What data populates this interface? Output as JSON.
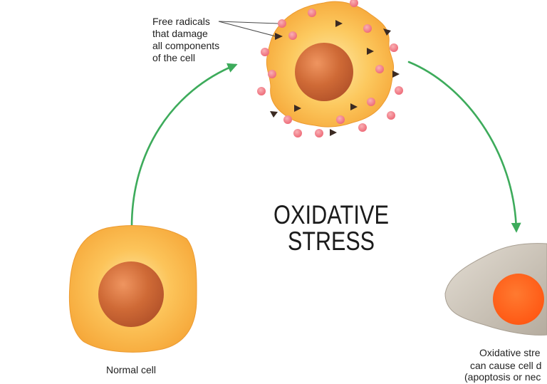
{
  "diagram": {
    "title": [
      "OXIDATIVE",
      "STRESS"
    ],
    "free_radicals_label": [
      "Free radicals",
      "that damage",
      "all components",
      "of the cell"
    ],
    "normal_cell_label": "Normal cell",
    "damaged_cell_label": [
      "Oxidative stre",
      "can cause cell d",
      "(apoptosis or nec"
    ]
  },
  "colors": {
    "arrow": "#3dab5b",
    "cell_cytoplasm": "#f6a83a",
    "nucleus": "#b4532a",
    "free_radical_dot": "#ee6b78",
    "free_radical_triangle": "#3b2a22",
    "dead_cell": "#b5ac9f",
    "dead_nucleus": "#ff5612"
  }
}
